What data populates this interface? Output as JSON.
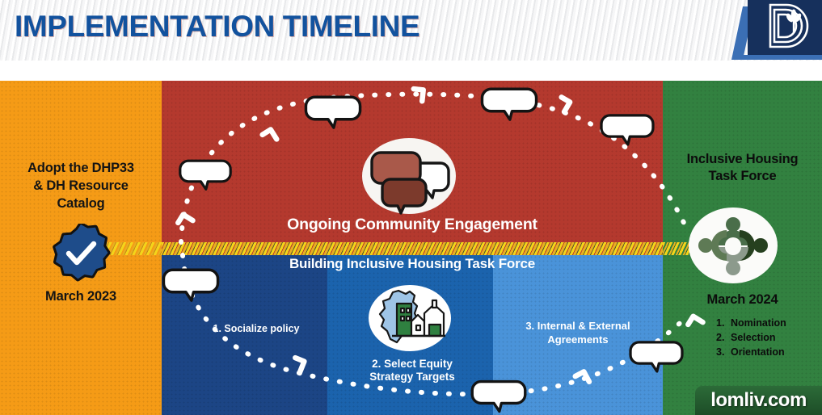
{
  "header": {
    "title": "IMPLEMENTATION TIMELINE",
    "logo_name": "city-of-dallas-logo"
  },
  "colors": {
    "title_blue": "#12529e",
    "orange": "#f59b16",
    "red": "#b4392e",
    "blue_dark": "#1c4585",
    "blue_mid": "#1b63ad",
    "blue_light": "#4a93d9",
    "green": "#328140",
    "badge_blue": "#1e4c8a",
    "chevron_yellow": "#f4d41a"
  },
  "start_milestone": {
    "title": "Adopt the DHP33\n& DH Resource\nCatalog",
    "title_line1": "Adopt the DHP33",
    "title_line2": "& DH Resource",
    "title_line3": "Catalog",
    "date": "March 2023",
    "icon": "check-badge-icon"
  },
  "engagement_band": {
    "label": "Ongoing Community Engagement",
    "icon": "speech-bubbles-icon"
  },
  "taskforce_band": {
    "label": "Building Inclusive Housing Task Force",
    "icon": "map-housing-icon",
    "steps": [
      {
        "number": "1.",
        "label": "1. Socialize policy"
      },
      {
        "number": "2.",
        "line1": "2. Select Equity",
        "line2": "Strategy Targets"
      },
      {
        "number": "3.",
        "line1": "3. Internal & External",
        "line2": "Agreements"
      }
    ]
  },
  "end_milestone": {
    "title_line1": "Inclusive Housing",
    "title_line2": "Task Force",
    "date": "March 2024",
    "icon": "people-circle-icon",
    "substeps": [
      {
        "num": "1.",
        "label": "Nomination"
      },
      {
        "num": "2.",
        "label": "Selection"
      },
      {
        "num": "3.",
        "label": "Orientation"
      }
    ]
  },
  "watermark": {
    "text": "lomliv.com"
  }
}
